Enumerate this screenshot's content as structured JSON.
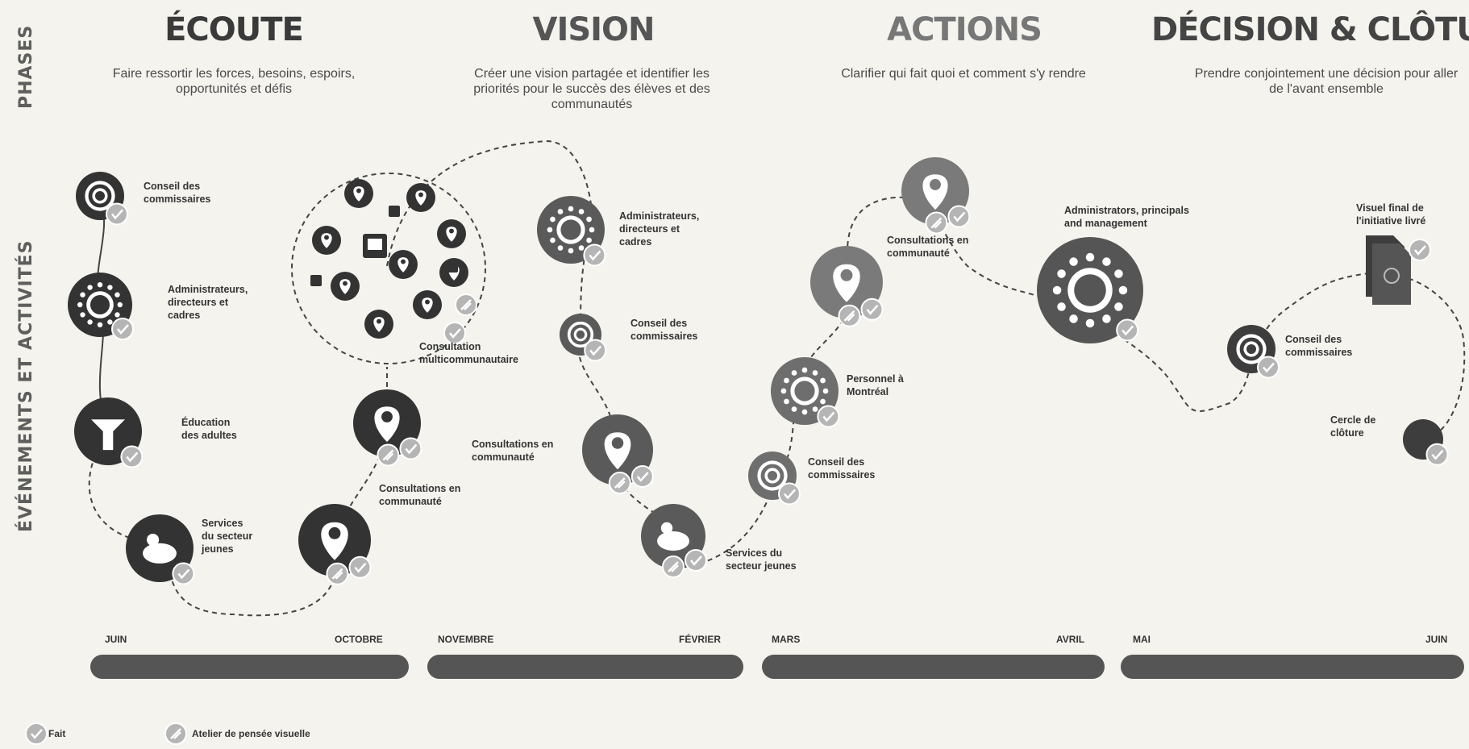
{
  "side_labels": {
    "phases": "PHASES",
    "events": "ÉVÉNEMENTS ET ACTIVITÉS"
  },
  "phases": [
    {
      "title": "ÉCOUTE",
      "desc": "Faire ressortir les forces, besoins, espoirs, opportunités et défis",
      "color": "#3a3a3a"
    },
    {
      "title": "VISION",
      "desc": "Créer une vision partagée et identifier les priorités pour le succès des élèves et des communautés",
      "color": "#555555"
    },
    {
      "title": "ACTIONS",
      "desc": "Clarifier qui fait quoi et comment s'y rendre",
      "color": "#777777"
    },
    {
      "title": "DÉCISION & CLÔTURE",
      "desc": "Prendre conjointement une décision pour aller de l'avant ensemble",
      "color": "#444444"
    }
  ],
  "nodes": [
    {
      "label": [
        "Conseil des",
        "commissaires"
      ],
      "icon": "council-icon",
      "color": "#333333",
      "status": [
        "done"
      ]
    },
    {
      "label": [
        "Administrateurs,",
        "directeurs et",
        "cadres"
      ],
      "icon": "team-icon",
      "color": "#333333",
      "status": [
        "done"
      ]
    },
    {
      "label": [
        "Éducation",
        "des adultes"
      ],
      "icon": "adult-education-icon",
      "color": "#333333",
      "status": [
        "done"
      ]
    },
    {
      "label": [
        "Services",
        "du secteur",
        "jeunes"
      ],
      "icon": "youth-services-icon",
      "color": "#333333",
      "status": [
        "done"
      ]
    },
    {
      "label": [
        "Consultations en",
        "communauté"
      ],
      "icon": "location-pin-icon",
      "color": "#333333",
      "status": [
        "done",
        "workshop"
      ]
    },
    {
      "label": [],
      "icon": "location-pin-icon",
      "color": "#333333",
      "status": [
        "done",
        "workshop"
      ]
    },
    {
      "label": [
        "Consultation",
        "multicommunautaire"
      ],
      "icon": "multicommunity-icon",
      "color": "#333333",
      "status": [
        "workshop",
        "done"
      ]
    },
    {
      "label": [
        "Administrateurs,",
        "directeurs et",
        "cadres"
      ],
      "icon": "team-icon",
      "color": "#5a5a5a",
      "status": [
        "done"
      ]
    },
    {
      "label": [
        "Conseil des",
        "commissaires"
      ],
      "icon": "council-icon",
      "color": "#5a5a5a",
      "status": [
        "done"
      ]
    },
    {
      "label": [
        "Consultations en",
        "communauté"
      ],
      "icon": "location-pin-icon",
      "color": "#5a5a5a",
      "status": [
        "done",
        "workshop"
      ]
    },
    {
      "label": [
        "Services du",
        "secteur jeunes"
      ],
      "icon": "youth-services-icon",
      "color": "#5a5a5a",
      "status": [
        "done",
        "workshop"
      ]
    },
    {
      "label": [
        "Conseil des",
        "commissaires"
      ],
      "icon": "council-icon",
      "color": "#6e6e6e",
      "status": [
        "done"
      ]
    },
    {
      "label": [
        "Personnel à",
        "Montréal"
      ],
      "icon": "team-icon",
      "color": "#6e6e6e",
      "status": [
        "done"
      ]
    },
    {
      "label": [],
      "icon": "location-pin-icon",
      "color": "#7a7a7a",
      "status": [
        "done",
        "workshop"
      ]
    },
    {
      "label": [
        "Consultations en",
        "communauté"
      ],
      "icon": "location-pin-icon",
      "color": "#7a7a7a",
      "status": [
        "done",
        "workshop"
      ]
    },
    {
      "label": [
        "Administrators, principals",
        "and management"
      ],
      "icon": "team-icon",
      "color": "#555555",
      "status": [
        "done"
      ]
    },
    {
      "label": [
        "Conseil des",
        "commissaires"
      ],
      "icon": "council-icon",
      "color": "#3d3d3d",
      "status": [
        "done"
      ]
    },
    {
      "label": [
        "Visuel final de",
        "l'initiative livré"
      ],
      "icon": "document-icon",
      "color": "#3d3d3d",
      "status": [
        "done"
      ]
    },
    {
      "label": [
        "Cercle de",
        "clôture"
      ],
      "icon": "circle-icon",
      "color": "#3d3d3d",
      "status": [
        "done"
      ]
    }
  ],
  "months": [
    "JUIN",
    "OCTOBRE",
    "NOVEMBRE",
    "FÉVRIER",
    "MARS",
    "AVRIL",
    "MAI",
    "JUIN"
  ],
  "legend": {
    "done": "Fait",
    "workshop": "Atelier de pensée visuelle"
  },
  "colors": {
    "check": "#b5b5b5",
    "bar": "#555555",
    "background": "#f4f3ee"
  }
}
